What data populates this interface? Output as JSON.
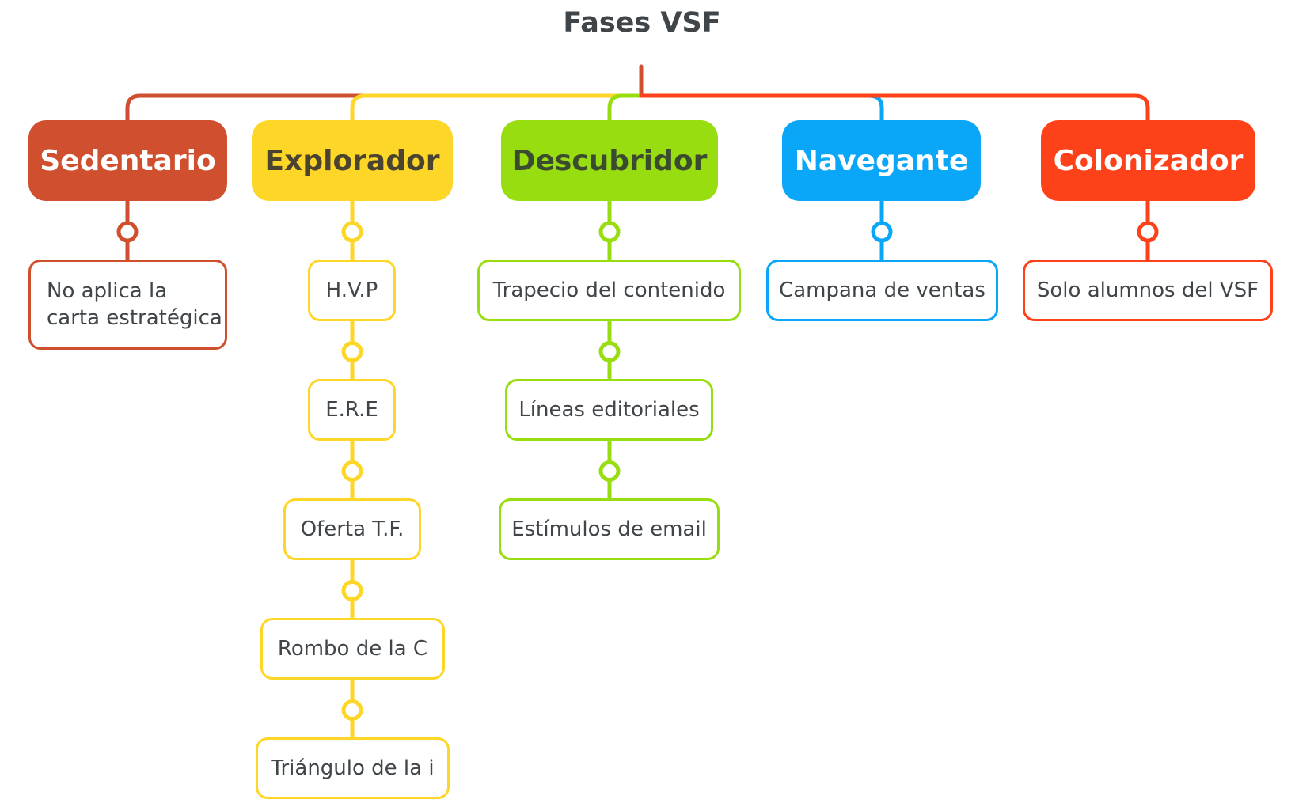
{
  "diagram": {
    "title": "Fases VSF",
    "colors": {
      "sedentario": "#cf4f2e",
      "explorador": "#fdd628",
      "descubridor": "#98dd10",
      "navegante": "#0aa6f8",
      "colonizador": "#fd421a",
      "text": "#3f4549"
    },
    "phases": [
      {
        "label": "Sedentario",
        "topics": [
          "No aplica la\ncarta estratégica"
        ]
      },
      {
        "label": "Explorador",
        "topics": [
          "H.V.P",
          "E.R.E",
          "Oferta T.F.",
          "Rombo de la C",
          "Triángulo de la i"
        ]
      },
      {
        "label": "Descubridor",
        "topics": [
          "Trapecio del contenido",
          "Líneas editoriales",
          "Estímulos de email"
        ]
      },
      {
        "label": "Navegante",
        "topics": [
          "Campana de ventas"
        ]
      },
      {
        "label": "Colonizador",
        "topics": [
          "Solo alumnos del VSF"
        ]
      }
    ]
  }
}
